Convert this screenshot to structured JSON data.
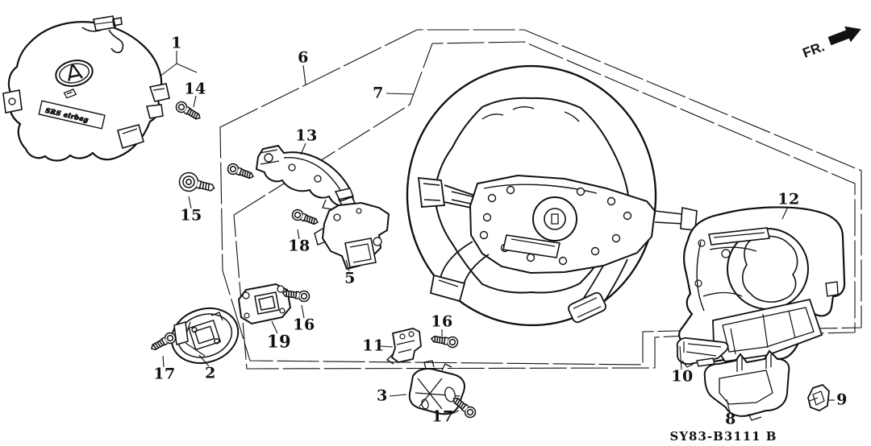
{
  "meta": {
    "drawing_code": "SY83-B3111 B",
    "fr_label": "FR.",
    "line_color": "#111111",
    "background": "#ffffff"
  },
  "airbag": {
    "srs_text": "SRS airbag",
    "logo": "acura-a-logo"
  },
  "part_labels": [
    {
      "text": "1"
    },
    {
      "text": "14"
    },
    {
      "text": "6"
    },
    {
      "text": "7"
    },
    {
      "text": "13"
    },
    {
      "text": "15"
    },
    {
      "text": "18"
    },
    {
      "text": "5"
    },
    {
      "text": "16"
    },
    {
      "text": "19"
    },
    {
      "text": "2"
    },
    {
      "text": "17"
    },
    {
      "text": "11"
    },
    {
      "text": "16"
    },
    {
      "text": "3"
    },
    {
      "text": "17"
    },
    {
      "text": "12"
    },
    {
      "text": "10"
    },
    {
      "text": "8"
    },
    {
      "text": "9"
    }
  ]
}
